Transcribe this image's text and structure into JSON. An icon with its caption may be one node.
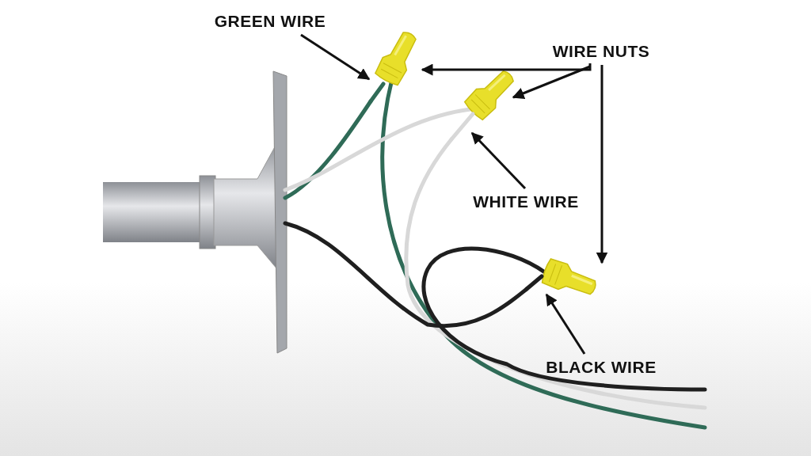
{
  "diagram": {
    "nodes": [
      {
        "text": [
          "GREEN WIRE"
        ]
      },
      {
        "text": [
          "WIRE NUTS"
        ]
      },
      {
        "text": [
          "WHITE WIRE"
        ]
      },
      {
        "text": [
          "BLACK WIRE"
        ]
      },
      {
        "text": [],
        "shape": "picture"
      },
      {
        "text": [],
        "shape": "picture"
      },
      {
        "text": [],
        "shape": "picture"
      },
      {
        "text": [],
        "shape": "picture"
      },
      {
        "text": [],
        "shape": "picture"
      },
      {
        "text": [],
        "shape": "picture"
      }
    ],
    "edges": [
      {
        "from": 0,
        "to": 4,
        "arrow": "to"
      },
      {
        "from": 1,
        "to": 5,
        "arrow": "to"
      },
      {
        "from": 1,
        "to": 6,
        "arrow": "to"
      },
      {
        "from": 1,
        "to": 7,
        "arrow": "to"
      },
      {
        "from": 2,
        "to": 8,
        "arrow": "to"
      },
      {
        "from": 3,
        "to": 9,
        "arrow": "to"
      }
    ]
  }
}
